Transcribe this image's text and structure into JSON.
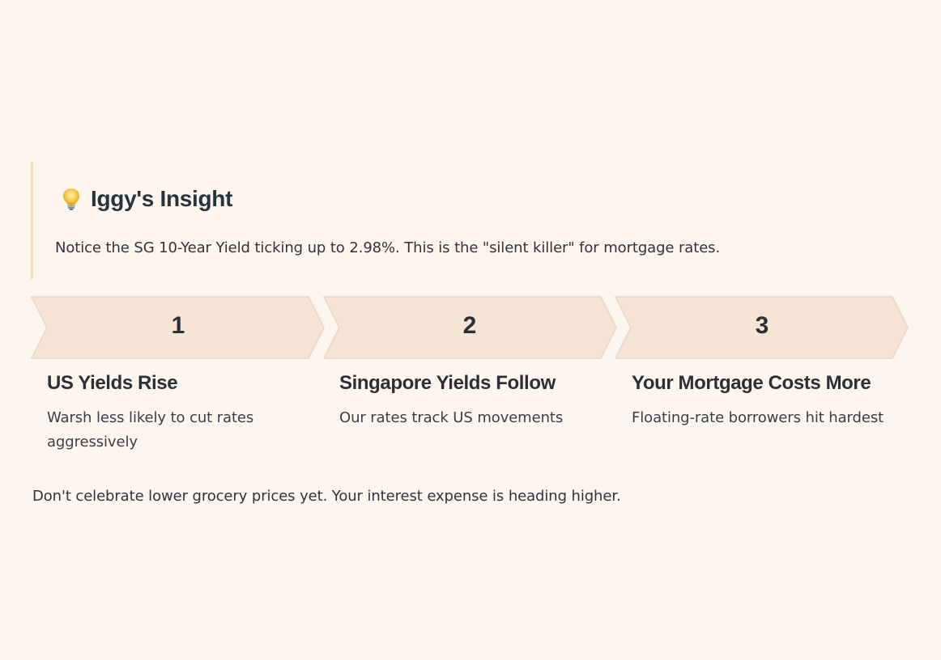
{
  "insight": {
    "icon": "lightbulb-icon",
    "title": "Iggy's Insight",
    "body": "Notice the SG 10-Year Yield ticking up to 2.98%. This is the \"silent killer\" for mortgage rates."
  },
  "steps": [
    {
      "number": "1",
      "title": "US Yields Rise",
      "description": "Warsh less likely to cut rates aggressively"
    },
    {
      "number": "2",
      "title": "Singapore Yields Follow",
      "description": "Our rates track US movements"
    },
    {
      "number": "3",
      "title": "Your Mortgage Costs More",
      "description": "Floating-rate borrowers hit hardest"
    }
  ],
  "footer": {
    "note": "Don't celebrate lower grocery prices yet. Your interest expense is heading higher."
  },
  "colors": {
    "background": "#fdf6f0",
    "chevron_fill": "#f6e5d5",
    "chevron_stroke": "#ecd6c1",
    "accent_border": "#f1dcc4"
  }
}
